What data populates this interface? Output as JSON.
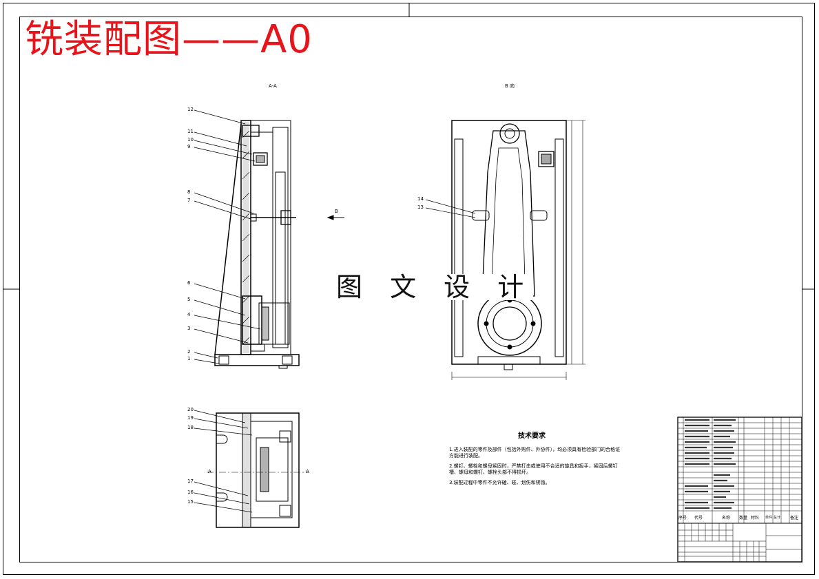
{
  "drawing": {
    "title": "铣装配图——A0",
    "watermark": "图 文 设 计",
    "view_labels": {
      "section": "A-A",
      "direction": "B 向",
      "arrow": "B",
      "side_left": "A",
      "side_right": "A"
    },
    "callouts_left": [
      "12",
      "11",
      "10",
      "9",
      "8",
      "7",
      "6",
      "5",
      "4",
      "3",
      "2",
      "1"
    ],
    "callouts_bottom": [
      "20",
      "19",
      "18",
      "17",
      "16",
      "15"
    ],
    "callouts_right": [
      "14",
      "13"
    ]
  },
  "tech_requirements": {
    "heading": "技术要求",
    "items": [
      "1.进入装配的零件及部件（包括外购件、外协件），均必须具有检验部门的合格证方能进行装配。",
      "2.螺钉、螺栓和螺母紧固时，严禁打击或使用不合适的旋具和扳手，紧固后螺钉槽、螺母和螺钉、螺栓头部不得损坏。",
      "3.装配过程中零件不允许磕、碰、划伤和锈蚀。"
    ]
  },
  "title_block": {
    "bom_headers": [
      "序号",
      "代号",
      "名称",
      "数量",
      "材料",
      "单件",
      "总计",
      "备注"
    ]
  },
  "colors": {
    "title": "#e8141c",
    "line": "#000000"
  }
}
